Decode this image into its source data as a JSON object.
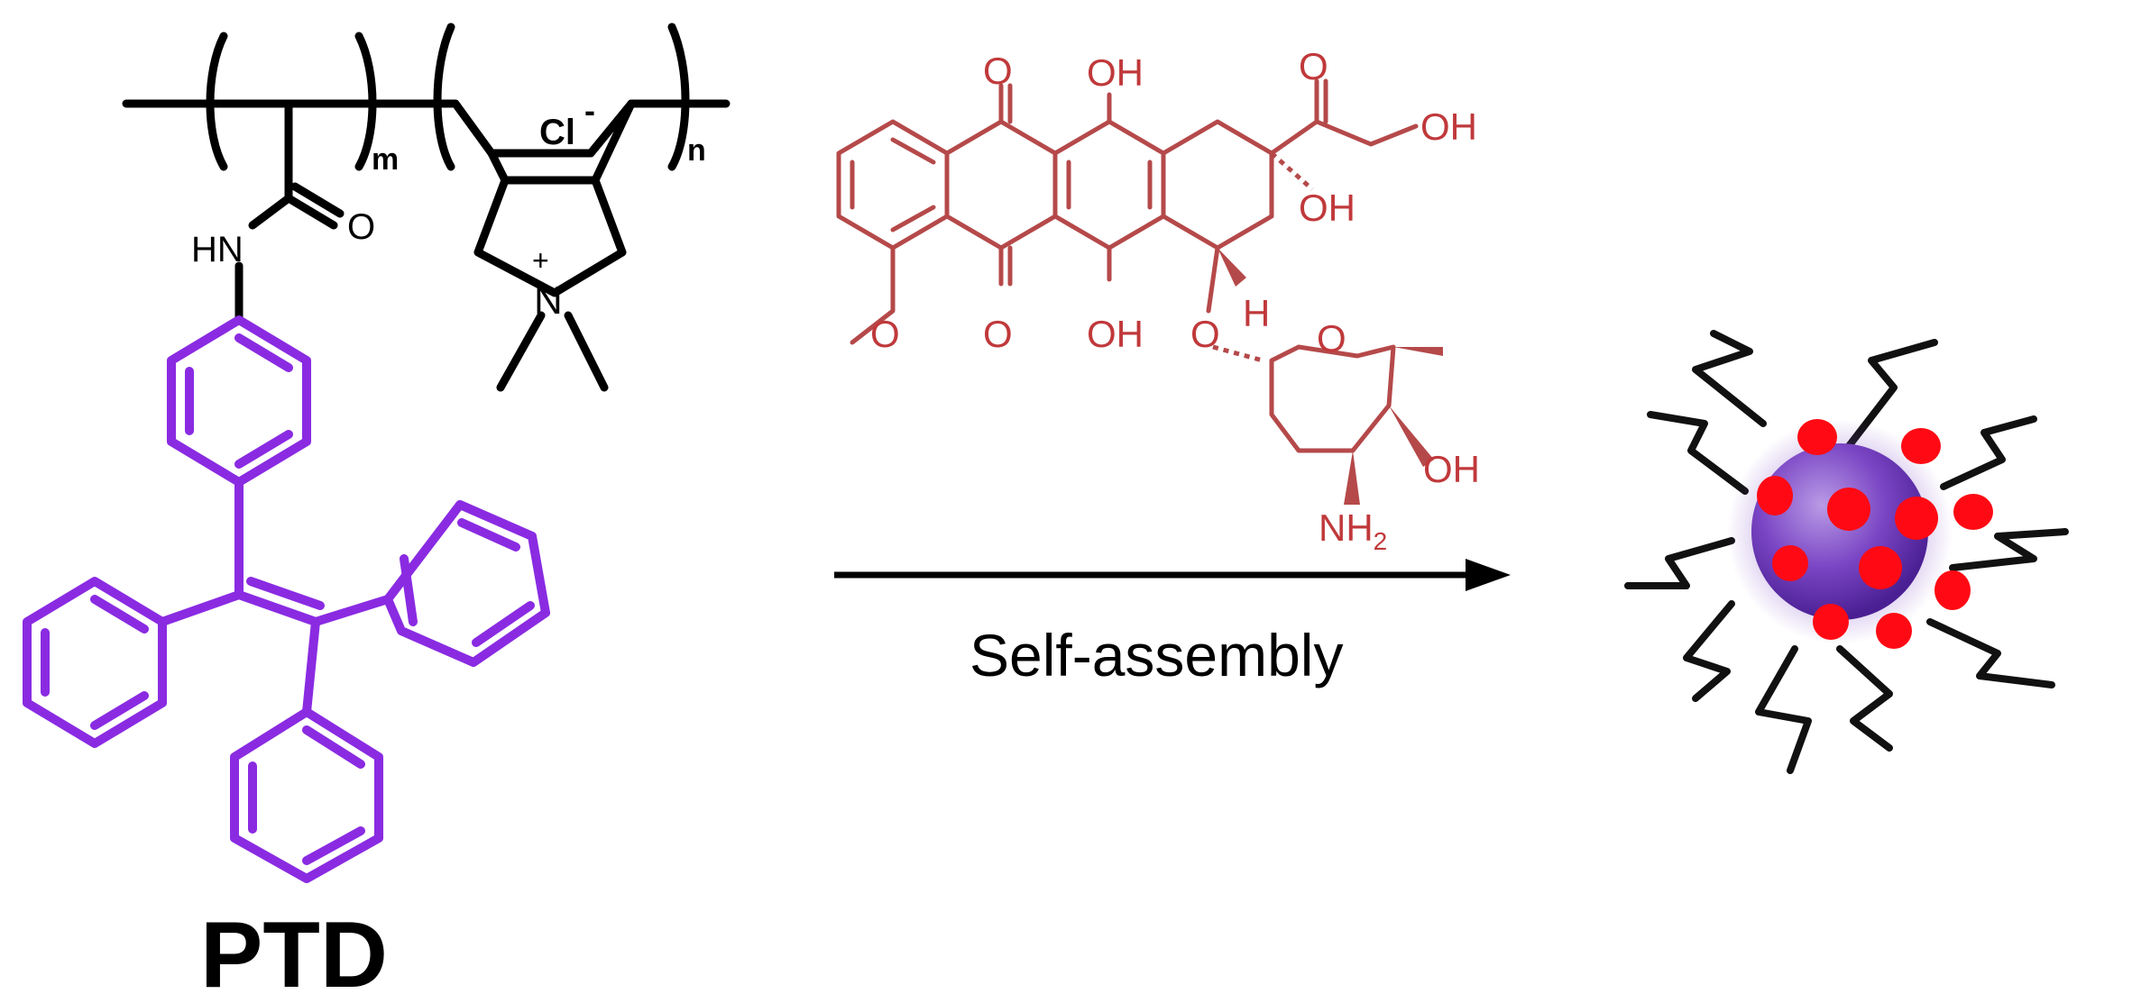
{
  "polymer": {
    "name": "PTD",
    "counterion": "Cl",
    "counterion_charge": "-",
    "repeat_m": "m",
    "repeat_n": "n",
    "amide_n": "HN",
    "amide_o": "O",
    "ammonium_n": "N",
    "ammonium_charge": "+"
  },
  "drug": {
    "o_top": "O",
    "oh_top": "OH",
    "o_ketone": "O",
    "oh_side": "OH",
    "oh_ring": "OH",
    "o_bottom": "O",
    "oh_bottom": "OH",
    "o_methoxy": "O",
    "h_label": "H",
    "o_glyco": "O",
    "o_sugar": "O",
    "oh_sugar": "OH",
    "nh2_n": "NH",
    "nh2_sub": "2"
  },
  "arrow": {
    "label": "Self-assembly"
  },
  "colors": {
    "polymer_backbone": "#000000",
    "tpe_purple": "#8a2be2",
    "drug_red": "#c0393b",
    "nanoparticle_core": "#7a45c4",
    "loaded_dots": "#ff0a14"
  }
}
